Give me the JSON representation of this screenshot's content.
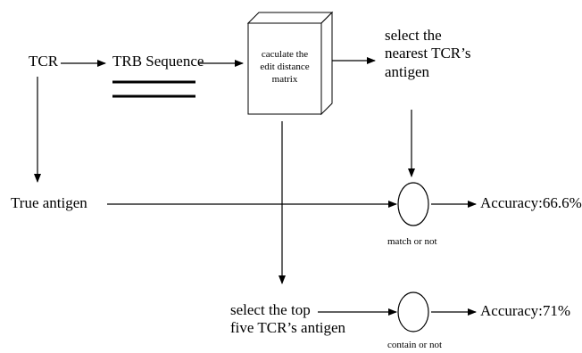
{
  "nodes": {
    "tcr": "TCR",
    "trb_sequence": "TRB Sequence",
    "cube": {
      "line1": "caculate the",
      "line2": "edit distance",
      "line3": "matrix"
    },
    "select_nearest": {
      "line1": "select the",
      "line2": "nearest TCR’s",
      "line3": "antigen"
    },
    "true_antigen": "True antigen",
    "match_label": "match or not",
    "accuracy_1": "Accuracy:66.6%",
    "select_top5": {
      "line1": "select the top",
      "line2": "five TCR’s antigen"
    },
    "contain_label": "contain or not",
    "accuracy_2": "Accuracy:71%"
  }
}
